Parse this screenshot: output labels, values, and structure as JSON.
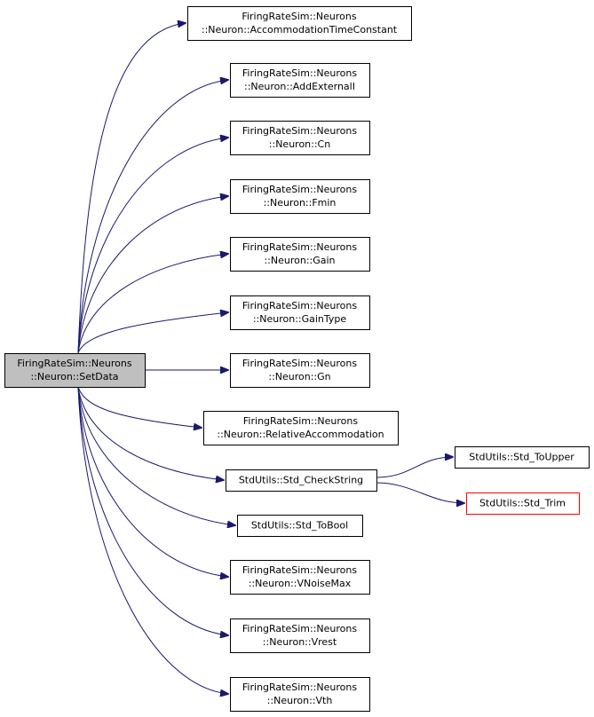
{
  "colors": {
    "edge": "#191970",
    "root_fill": "#bfbfbf",
    "node_fill": "#ffffff",
    "node_border": "#000000",
    "truncated_border": "#ff0000"
  },
  "nodes": [
    {
      "id": "root",
      "lines": [
        "FiringRateSim::Neurons",
        "::Neuron::SetData"
      ],
      "style": "root"
    },
    {
      "id": "accom_tc",
      "lines": [
        "FiringRateSim::Neurons",
        "::Neuron::AccommodationTimeConstant"
      ],
      "style": "normal"
    },
    {
      "id": "add_ext",
      "lines": [
        "FiringRateSim::Neurons",
        "::Neuron::AddExternalI"
      ],
      "style": "normal"
    },
    {
      "id": "cn",
      "lines": [
        "FiringRateSim::Neurons",
        "::Neuron::Cn"
      ],
      "style": "normal"
    },
    {
      "id": "fmin",
      "lines": [
        "FiringRateSim::Neurons",
        "::Neuron::Fmin"
      ],
      "style": "normal"
    },
    {
      "id": "gain",
      "lines": [
        "FiringRateSim::Neurons",
        "::Neuron::Gain"
      ],
      "style": "normal"
    },
    {
      "id": "gaintype",
      "lines": [
        "FiringRateSim::Neurons",
        "::Neuron::GainType"
      ],
      "style": "normal"
    },
    {
      "id": "gn",
      "lines": [
        "FiringRateSim::Neurons",
        "::Neuron::Gn"
      ],
      "style": "normal"
    },
    {
      "id": "rel_accom",
      "lines": [
        "FiringRateSim::Neurons",
        "::Neuron::RelativeAccommodation"
      ],
      "style": "normal"
    },
    {
      "id": "checkstring",
      "lines": [
        "StdUtils::Std_CheckString"
      ],
      "style": "normal"
    },
    {
      "id": "toupper",
      "lines": [
        "StdUtils::Std_ToUpper"
      ],
      "style": "normal"
    },
    {
      "id": "trim",
      "lines": [
        "StdUtils::Std_Trim"
      ],
      "style": "truncated"
    },
    {
      "id": "tobool",
      "lines": [
        "StdUtils::Std_ToBool"
      ],
      "style": "normal"
    },
    {
      "id": "vnoisemax",
      "lines": [
        "FiringRateSim::Neurons",
        "::Neuron::VNoiseMax"
      ],
      "style": "normal"
    },
    {
      "id": "vrest",
      "lines": [
        "FiringRateSim::Neurons",
        "::Neuron::Vrest"
      ],
      "style": "normal"
    },
    {
      "id": "vth",
      "lines": [
        "FiringRateSim::Neurons",
        "::Neuron::Vth"
      ],
      "style": "normal"
    }
  ],
  "edges": [
    {
      "from": "root",
      "to": "accom_tc"
    },
    {
      "from": "root",
      "to": "add_ext"
    },
    {
      "from": "root",
      "to": "cn"
    },
    {
      "from": "root",
      "to": "fmin"
    },
    {
      "from": "root",
      "to": "gain"
    },
    {
      "from": "root",
      "to": "gaintype"
    },
    {
      "from": "root",
      "to": "gn"
    },
    {
      "from": "root",
      "to": "rel_accom"
    },
    {
      "from": "root",
      "to": "checkstring"
    },
    {
      "from": "checkstring",
      "to": "toupper"
    },
    {
      "from": "checkstring",
      "to": "trim"
    },
    {
      "from": "root",
      "to": "tobool"
    },
    {
      "from": "root",
      "to": "vnoisemax"
    },
    {
      "from": "root",
      "to": "vrest"
    },
    {
      "from": "root",
      "to": "vth"
    }
  ]
}
